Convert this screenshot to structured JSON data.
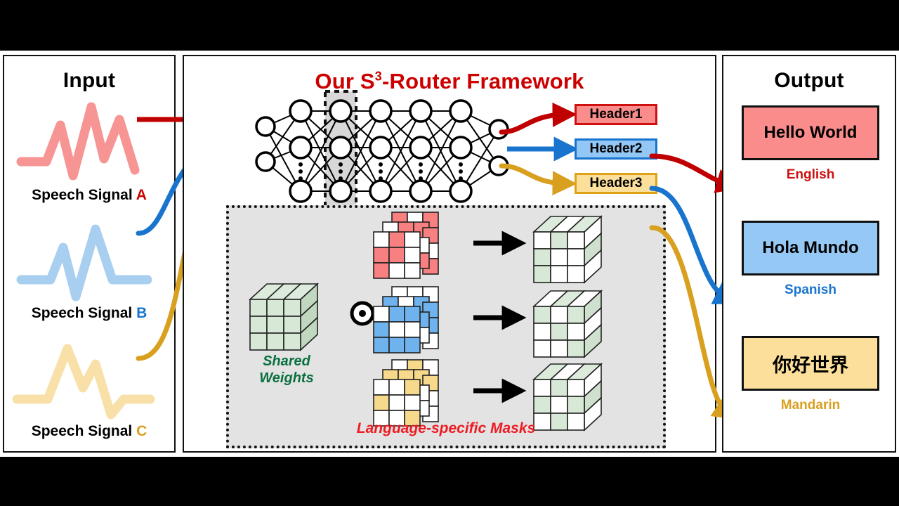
{
  "figure": {
    "kind": "architecture-diagram",
    "background": "#000000",
    "canvas_background": "#ffffff"
  },
  "colors": {
    "red": "#CC0000",
    "red_arrow": "#C00000",
    "pink_fill": "#FA8C8C",
    "blue": "#1874CD",
    "blue_fill": "#95C8F5",
    "yellow": "#D9A020",
    "yellow_fill": "#FBDF9B",
    "green": "#0B7040",
    "green_fill": "#CFE3CF",
    "mask_panel_bg": "#E3E3E3",
    "mask_caption": "#ED1C24",
    "black": "#111111"
  },
  "input_panel": {
    "title": "Input",
    "signals": [
      {
        "label_prefix": "Speech Signal",
        "tag": "A",
        "color": "#F79494",
        "tag_color": "#CC0000",
        "name": "speech-signal-a"
      },
      {
        "label_prefix": "Speech Signal",
        "tag": "B",
        "color": "#A8CEF0",
        "tag_color": "#1874CD",
        "name": "speech-signal-b"
      },
      {
        "label_prefix": "Speech Signal",
        "tag": "C",
        "color": "#F8E0A8",
        "tag_color": "#D9A020",
        "name": "speech-signal-c"
      }
    ]
  },
  "framework_panel": {
    "title_prefix": "Our  S",
    "title_superscript": "3",
    "title_suffix": "-Router Framework",
    "network": {
      "layer_node_counts": [
        2,
        3,
        3,
        3,
        3,
        3,
        2
      ],
      "highlighted_layer_index": 2,
      "ellipsis_layers": [
        1,
        2,
        3,
        4,
        5
      ]
    },
    "headers": [
      {
        "label": "Header1",
        "fill": "#FA8C8C",
        "border": "#D01010",
        "name": "header1-box"
      },
      {
        "label": "Header2",
        "fill": "#93C7F5",
        "border": "#1874CD",
        "name": "header2-box"
      },
      {
        "label": "Header3",
        "fill": "#FBDF9B",
        "border": "#DFA216",
        "name": "header3-box"
      }
    ],
    "mask_panel": {
      "caption": "Language-specific Masks",
      "shared_weights_label_line1": "Shared",
      "shared_weights_label_line2": "Weights",
      "operator_symbol": "⊙",
      "operator_name": "hadamard-product",
      "rows": [
        {
          "mask_color": "#F98080",
          "name": "language-mask-red"
        },
        {
          "mask_color": "#6FB3EE",
          "name": "language-mask-blue"
        },
        {
          "mask_color": "#F7D98C",
          "name": "language-mask-yellow"
        }
      ],
      "mask_grid_red": [
        [
          1,
          0,
          1
        ],
        [
          0,
          1,
          0
        ],
        [
          1,
          1,
          0
        ],
        [
          1,
          0,
          0
        ]
      ],
      "mask_grid_blue": [
        [
          0,
          0,
          0
        ],
        [
          1,
          0,
          1
        ],
        [
          0,
          1,
          1
        ],
        [
          1,
          1,
          1
        ]
      ],
      "mask_grid_yellow": [
        [
          0,
          1,
          0
        ],
        [
          1,
          1,
          1
        ],
        [
          0,
          0,
          1
        ],
        [
          1,
          0,
          0
        ]
      ],
      "result_grid": [
        [
          0,
          1,
          0
        ],
        [
          1,
          0,
          0
        ],
        [
          0,
          1,
          1
        ],
        [
          1,
          0,
          0
        ]
      ]
    }
  },
  "output_panel": {
    "title": "Output",
    "items": [
      {
        "text": "Hello World",
        "language": "English",
        "fill": "#FA8C8C",
        "lang_color": "#CC1111",
        "name": "output-english"
      },
      {
        "text": "Hola Mundo",
        "language": "Spanish",
        "fill": "#95C8F5",
        "lang_color": "#1874CD",
        "name": "output-spanish"
      },
      {
        "text": "你好世界",
        "language": "Mandarin",
        "fill": "#FBDF9B",
        "lang_color": "#D9A020",
        "name": "output-mandarin"
      }
    ]
  }
}
